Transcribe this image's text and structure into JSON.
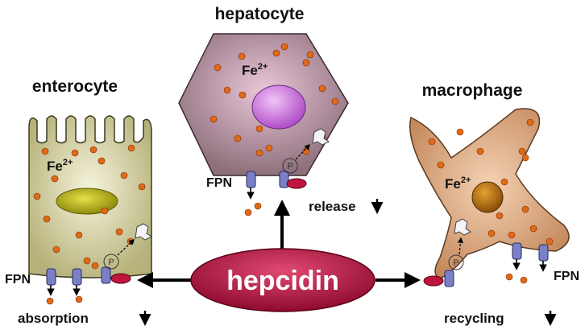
{
  "labels": {
    "hepatocyte": "hepatocyte",
    "enterocyte": "enterocyte",
    "macrophage": "macrophage",
    "fe": "Fe",
    "fe_charge": "2+",
    "fpn": "FPN",
    "p": "P",
    "hepcidin": "hepcidin",
    "release": "release",
    "absorption": "absorption",
    "recycling": "recycling"
  },
  "colors": {
    "hepatocyte_fill": "#9c7f8a",
    "nucleus": "#c46ad8",
    "enterocyte_fill": "#d6d2a0",
    "enterocyte_nucleus": "#b0ac1a",
    "macrophage_fill": "#d8a176",
    "macrophage_nucleus": "#b56a14",
    "iron_dot": "#e06a18",
    "hepcidin": "#b4143e",
    "fpn_channel": "#7a80c8"
  }
}
